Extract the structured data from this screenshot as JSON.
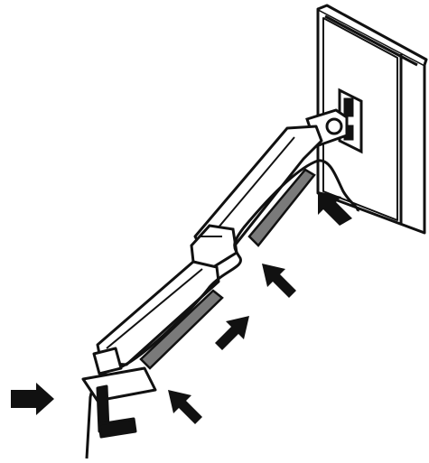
{
  "colors": {
    "line": "#111111",
    "fill": "#ffffff",
    "cable_cover": "#7a7a7a",
    "arrow": "#111111"
  },
  "diagram": {
    "subject": "monitor-arm-cable-management",
    "arrows": [
      {
        "name": "arrow-base-left",
        "points_to": "base-clamp"
      },
      {
        "name": "arrow-base-right",
        "points_to": "base-clamp"
      },
      {
        "name": "arrow-lower-arm",
        "points_to": "lower-arm-cable-cover"
      },
      {
        "name": "arrow-upper-arm",
        "points_to": "upper-arm-cable-cover"
      },
      {
        "name": "arrow-vesa-mount",
        "points_to": "vesa-mount"
      }
    ]
  }
}
